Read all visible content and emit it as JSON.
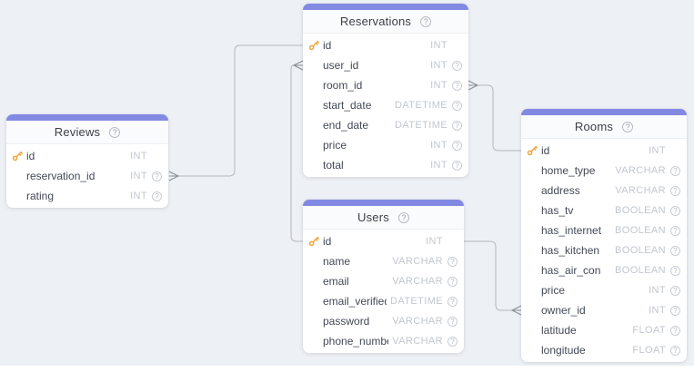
{
  "icons": {
    "help": "?"
  },
  "colors": {
    "canvas": "#edf0f4",
    "accent_bar": "#8289e2",
    "key_icon": "#f0a33a",
    "wire": "#b3b9c0",
    "crow_foot": "#868d95"
  },
  "tables": [
    {
      "title": "Reservations",
      "columns": [
        {
          "name": "id",
          "type": "INT",
          "pk": true
        },
        {
          "name": "user_id",
          "type": "INT"
        },
        {
          "name": "room_id",
          "type": "INT"
        },
        {
          "name": "start_date",
          "type": "DATETIME"
        },
        {
          "name": "end_date",
          "type": "DATETIME"
        },
        {
          "name": "price",
          "type": "INT"
        },
        {
          "name": "total",
          "type": "INT"
        }
      ]
    },
    {
      "title": "Reviews",
      "columns": [
        {
          "name": "id",
          "type": "INT",
          "pk": true
        },
        {
          "name": "reservation_id",
          "type": "INT"
        },
        {
          "name": "rating",
          "type": "INT"
        }
      ]
    },
    {
      "title": "Users",
      "columns": [
        {
          "name": "id",
          "type": "INT",
          "pk": true
        },
        {
          "name": "name",
          "type": "VARCHAR"
        },
        {
          "name": "email",
          "type": "VARCHAR"
        },
        {
          "name": "email_verified_at",
          "type": "DATETIME"
        },
        {
          "name": "password",
          "type": "VARCHAR"
        },
        {
          "name": "phone_number",
          "type": "VARCHAR"
        }
      ]
    },
    {
      "title": "Rooms",
      "columns": [
        {
          "name": "id",
          "type": "INT",
          "pk": true
        },
        {
          "name": "home_type",
          "type": "VARCHAR"
        },
        {
          "name": "address",
          "type": "VARCHAR"
        },
        {
          "name": "has_tv",
          "type": "BOOLEAN"
        },
        {
          "name": "has_internet",
          "type": "BOOLEAN"
        },
        {
          "name": "has_kitchen",
          "type": "BOOLEAN"
        },
        {
          "name": "has_air_con",
          "type": "BOOLEAN"
        },
        {
          "name": "price",
          "type": "INT"
        },
        {
          "name": "owner_id",
          "type": "INT"
        },
        {
          "name": "latitude",
          "type": "FLOAT"
        },
        {
          "name": "longitude",
          "type": "FLOAT"
        }
      ]
    }
  ],
  "relationships": [
    {
      "from": "Reviews.reservation_id",
      "to": "Reservations.id",
      "many_end": "Reviews"
    },
    {
      "from": "Reservations.user_id",
      "to": "Users.id",
      "many_end": "Reservations"
    },
    {
      "from": "Reservations.room_id",
      "to": "Rooms.id",
      "many_end": "Reservations"
    },
    {
      "from": "Rooms.owner_id",
      "to": "Users.id",
      "many_end": "Rooms"
    }
  ]
}
